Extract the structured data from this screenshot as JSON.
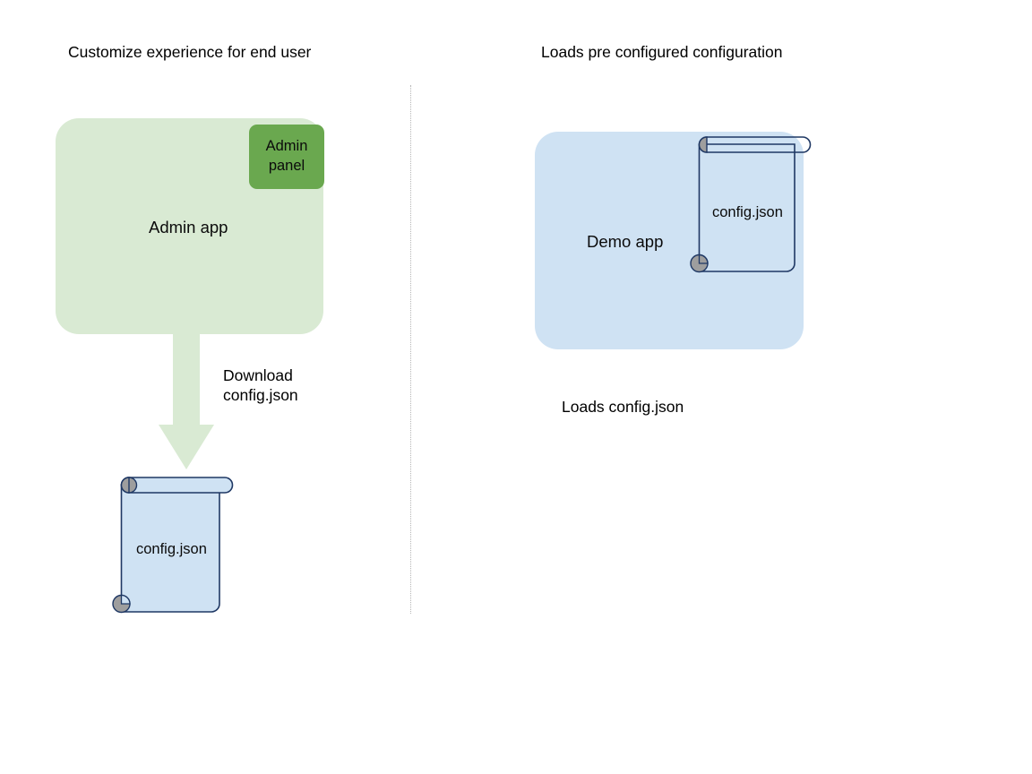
{
  "diagram": {
    "background_color": "#ffffff",
    "left_column": {
      "title": "Customize experience for end user",
      "app_box": {
        "label": "Admin app",
        "fill_color": "#d9ead3"
      },
      "admin_panel_chip": {
        "label": "Admin\npanel",
        "fill_color": "#6aa84f"
      },
      "arrow": {
        "label": "Download\nconfig.json",
        "fill_color": "#d9ead3",
        "direction": "down"
      },
      "scroll_document": {
        "label": "config.json",
        "fill_color": "#cfe2f3",
        "stroke_color": "#1f3864",
        "curl_color": "#9e9e9e"
      }
    },
    "right_column": {
      "title": "Loads pre configured configuration",
      "app_box": {
        "label": "Demo app",
        "fill_color": "#cfe2f3"
      },
      "scroll_document": {
        "label": "config.json",
        "fill_color": "transparent",
        "stroke_color": "#1f3864",
        "curl_color": "#9e9e9e"
      },
      "caption": "Loads config.json"
    },
    "divider": {
      "style": "dotted",
      "color": "#b6b6b6"
    }
  }
}
